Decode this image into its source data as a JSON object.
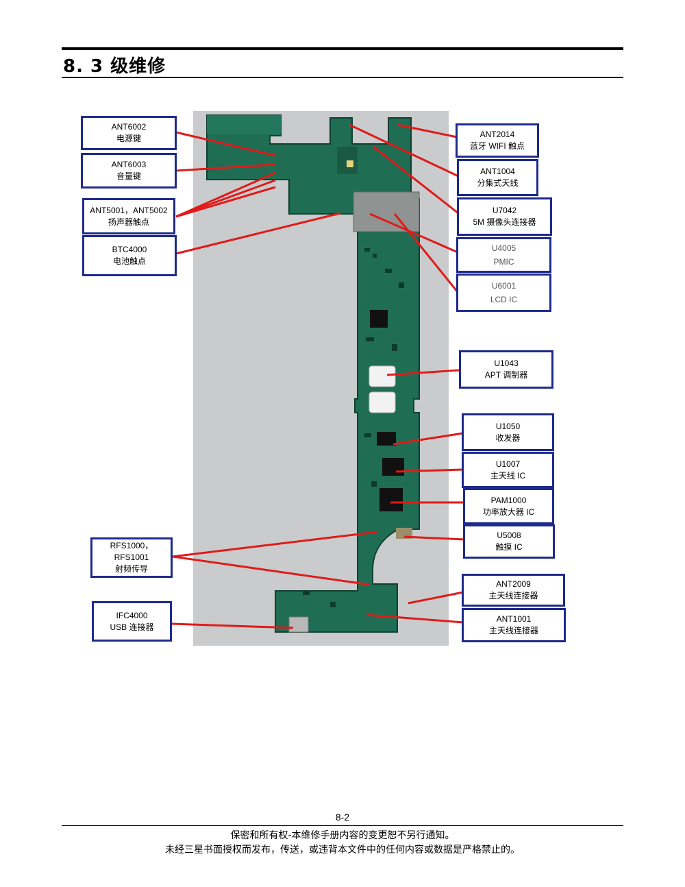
{
  "page": {
    "title": "8. 3 级维修",
    "page_number": "8-2",
    "footer": [
      "保密和所有权-本维修手册内容的变更恕不另行通知。",
      "未经三星书面授权而发布，传送，或违背本文件中的任何内容或数据是严格禁止的。"
    ]
  },
  "colors": {
    "label_border": "#1d2a8c",
    "leader_line": "#e11a1a",
    "pcb": "#1f6e54"
  },
  "labels": {
    "ant6002": {
      "line1": "ANT6002",
      "line2": "电源键"
    },
    "ant6003": {
      "line1": "ANT6003",
      "line2": "音量键"
    },
    "ant5001": {
      "line1": "ANT5001，ANT5002",
      "line2": "扬声器触点"
    },
    "btc4000": {
      "line1": "BTC4000",
      "line2": "电池触点"
    },
    "rfs1000": {
      "line1": "RFS1000，",
      "line2": "RFS1001",
      "line3": "射频传导"
    },
    "ifc4000": {
      "line1": "IFC4000",
      "line2": "USB 连接器"
    },
    "ant2014": {
      "line1": "ANT2014",
      "line2": "蓝牙 WIFI 触点"
    },
    "ant1004": {
      "line1": "ANT1004",
      "line2": "分集式天线"
    },
    "u7042": {
      "line1": "U7042",
      "line2": "5M 摄像头连接器"
    },
    "u4005": {
      "line1": "U4005",
      "line2": "PMIC"
    },
    "u6001": {
      "line1": "U6001",
      "line2": "LCD IC"
    },
    "u1043": {
      "line1": "U1043",
      "line2": "APT 调制器"
    },
    "u1050": {
      "line1": "U1050",
      "line2": "收发器"
    },
    "u1007": {
      "line1": "U1007",
      "line2": "主天线 IC"
    },
    "pam1000": {
      "line1": "PAM1000",
      "line2": "功率放大器 IC"
    },
    "u5008": {
      "line1": "U5008",
      "line2": "触摸 IC"
    },
    "ant2009": {
      "line1": "ANT2009",
      "line2": "主天线连接器"
    },
    "ant1001": {
      "line1": "ANT1001",
      "line2": "主天线连接器"
    }
  }
}
